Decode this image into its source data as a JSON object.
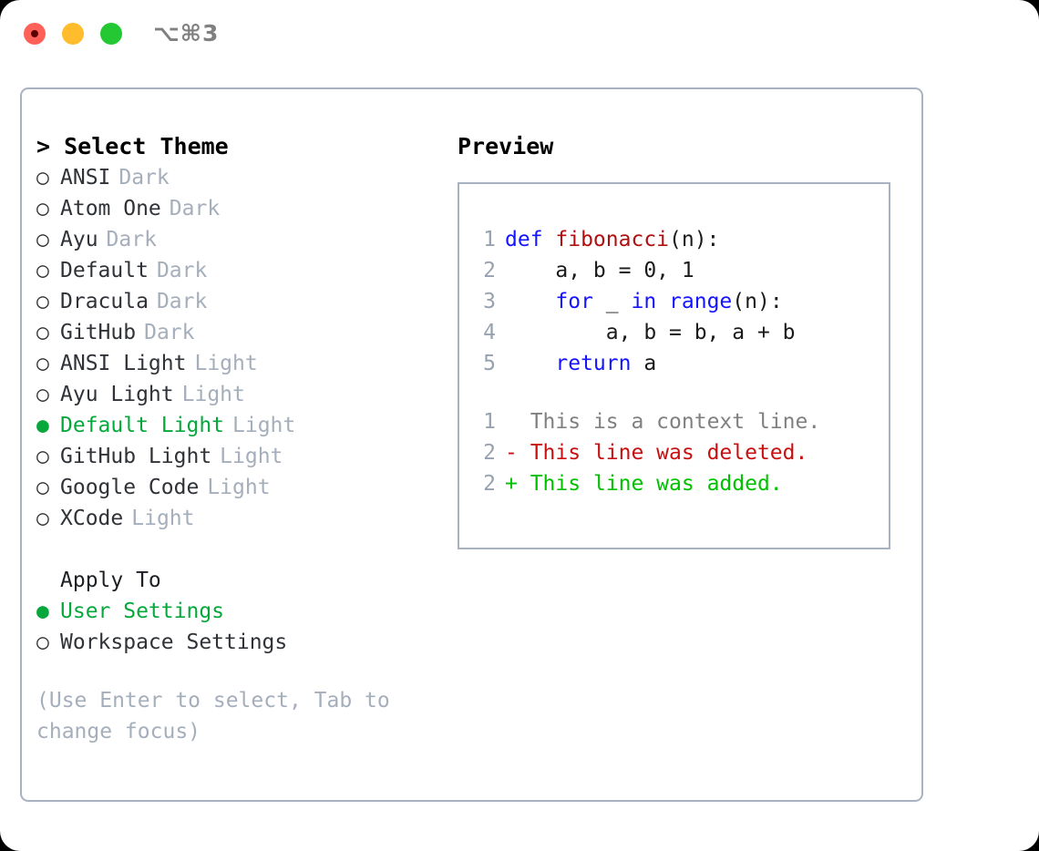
{
  "window": {
    "title_shortcut": "⌥⌘3",
    "traffic_lights": [
      {
        "name": "close",
        "color": "#ff6159"
      },
      {
        "name": "minimize",
        "color": "#ffbd2e"
      },
      {
        "name": "maximize",
        "color": "#23c833"
      }
    ]
  },
  "theme_picker": {
    "header": "> Select Theme",
    "bullet_empty": "○",
    "bullet_filled": "●",
    "items": [
      {
        "label": "ANSI",
        "tag": "Dark",
        "selected": false
      },
      {
        "label": "Atom One",
        "tag": "Dark",
        "selected": false
      },
      {
        "label": "Ayu",
        "tag": "Dark",
        "selected": false
      },
      {
        "label": "Default",
        "tag": "Dark",
        "selected": false
      },
      {
        "label": "Dracula",
        "tag": "Dark",
        "selected": false
      },
      {
        "label": "GitHub",
        "tag": "Dark",
        "selected": false
      },
      {
        "label": "ANSI Light",
        "tag": "Light",
        "selected": false
      },
      {
        "label": "Ayu Light",
        "tag": "Light",
        "selected": false
      },
      {
        "label": "Default Light",
        "tag": "Light",
        "selected": true
      },
      {
        "label": "GitHub Light",
        "tag": "Light",
        "selected": false
      },
      {
        "label": "Google Code",
        "tag": "Light",
        "selected": false
      },
      {
        "label": "XCode",
        "tag": "Light",
        "selected": false
      }
    ]
  },
  "apply_to": {
    "header": "Apply To",
    "options": [
      {
        "label": "User Settings",
        "selected": true
      },
      {
        "label": "Workspace Settings",
        "selected": false
      }
    ]
  },
  "hint": "(Use Enter to select, Tab to change focus)",
  "preview": {
    "title": "Preview",
    "code_lines": [
      {
        "no": "1",
        "tokens": [
          {
            "t": "def ",
            "c": "kw"
          },
          {
            "t": "fibonacci",
            "c": "fn"
          },
          {
            "t": "(n):",
            "c": "plain"
          }
        ]
      },
      {
        "no": "2",
        "tokens": [
          {
            "t": "    a, b = 0, 1",
            "c": "plain"
          }
        ]
      },
      {
        "no": "3",
        "tokens": [
          {
            "t": "    ",
            "c": "plain"
          },
          {
            "t": "for",
            "c": "kw"
          },
          {
            "t": " _ ",
            "c": "plain"
          },
          {
            "t": "in",
            "c": "kw"
          },
          {
            "t": " ",
            "c": "plain"
          },
          {
            "t": "range",
            "c": "kw"
          },
          {
            "t": "(n):",
            "c": "plain"
          }
        ]
      },
      {
        "no": "4",
        "tokens": [
          {
            "t": "        a, b = b, a + b",
            "c": "plain"
          }
        ]
      },
      {
        "no": "5",
        "tokens": [
          {
            "t": "    ",
            "c": "plain"
          },
          {
            "t": "return",
            "c": "kw"
          },
          {
            "t": " a",
            "c": "plain"
          }
        ]
      }
    ],
    "diff_lines": [
      {
        "no": "1",
        "marker": "  ",
        "text": "This is a context line.",
        "kind": "ctx"
      },
      {
        "no": "2",
        "marker": "- ",
        "text": "This line was deleted.",
        "kind": "del"
      },
      {
        "no": "2",
        "marker": "+ ",
        "text": "This line was added.",
        "kind": "add"
      }
    ]
  },
  "colors": {
    "accent_green": "#06a83c",
    "border": "#a8b2c0",
    "muted": "#a5aebb",
    "keyword_blue": "#1414ff",
    "function_red": "#b01010",
    "diff_delete": "#c81010",
    "diff_add": "#00c000",
    "linenumber": "#97a1af"
  }
}
